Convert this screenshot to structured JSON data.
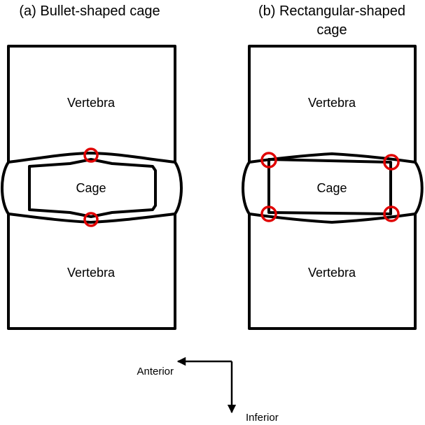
{
  "panel_a": {
    "caption": "(a) Bullet-shaped cage",
    "upper_vertebra_label": "Vertebra",
    "cage_label": "Cage",
    "lower_vertebra_label": "Vertebra",
    "marker_count": 2
  },
  "panel_b": {
    "caption_line1": "(b) Rectangular-shaped",
    "caption_line2": "cage",
    "upper_vertebra_label": "Vertebra",
    "cage_label": "Cage",
    "lower_vertebra_label": "Vertebra",
    "marker_count": 4
  },
  "orientation": {
    "anterior_label": "Anterior",
    "inferior_label": "Inferior"
  },
  "colors": {
    "outline": "#000000",
    "contact_marker": "#e00000",
    "background": "#ffffff"
  }
}
